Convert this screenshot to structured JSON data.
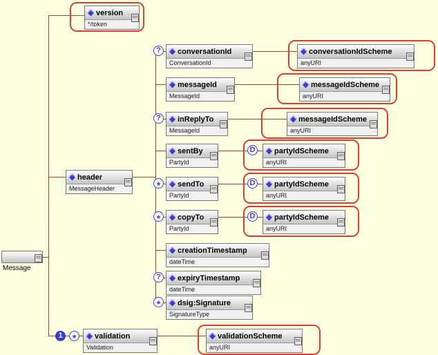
{
  "root": {
    "label": "Message"
  },
  "markers": {
    "optional": "?",
    "many": "*",
    "one": "1",
    "derived": "D"
  },
  "colors": {
    "background": "#FFFFE1",
    "connector": "#A04030",
    "attribute_outline": "#E03C31",
    "icon_blue": "#3A3AD0",
    "box_border": "#767676"
  },
  "nodes": [
    {
      "id": "version",
      "name": "version",
      "type": "*/token"
    },
    {
      "id": "header",
      "name": "header",
      "type": "MessageHeader"
    },
    {
      "id": "conversationId",
      "name": "conversationId",
      "type": "ConversationId"
    },
    {
      "id": "conversationIdScheme",
      "name": "conversationIdScheme",
      "type": "anyURI"
    },
    {
      "id": "messageId",
      "name": "messageId",
      "type": "MessageId"
    },
    {
      "id": "messageIdScheme1",
      "name": "messageIdScheme",
      "type": "anyURI"
    },
    {
      "id": "inReplyTo",
      "name": "inReplyTo",
      "type": "MessageId"
    },
    {
      "id": "messageIdScheme2",
      "name": "messageIdScheme",
      "type": "anyURI"
    },
    {
      "id": "sentBy",
      "name": "sentBy",
      "type": "PartyId"
    },
    {
      "id": "partyIdScheme1",
      "name": "partyIdScheme",
      "type": "anyURI"
    },
    {
      "id": "sendTo",
      "name": "sendTo",
      "type": "PartyId"
    },
    {
      "id": "partyIdScheme2",
      "name": "partyIdScheme",
      "type": "anyURI"
    },
    {
      "id": "copyTo",
      "name": "copyTo",
      "type": "PartyId"
    },
    {
      "id": "partyIdScheme3",
      "name": "partyIdScheme",
      "type": "anyURI"
    },
    {
      "id": "creationTimestamp",
      "name": "creationTimestamp",
      "type": "dateTime"
    },
    {
      "id": "expiryTimestamp",
      "name": "expiryTimestamp",
      "type": "dateTime"
    },
    {
      "id": "dsigSignature",
      "name": "dsig:Signature",
      "type": "SignatureType"
    },
    {
      "id": "validation",
      "name": "validation",
      "type": "Validation"
    },
    {
      "id": "validationScheme",
      "name": "validationScheme",
      "type": "anyURI"
    }
  ]
}
